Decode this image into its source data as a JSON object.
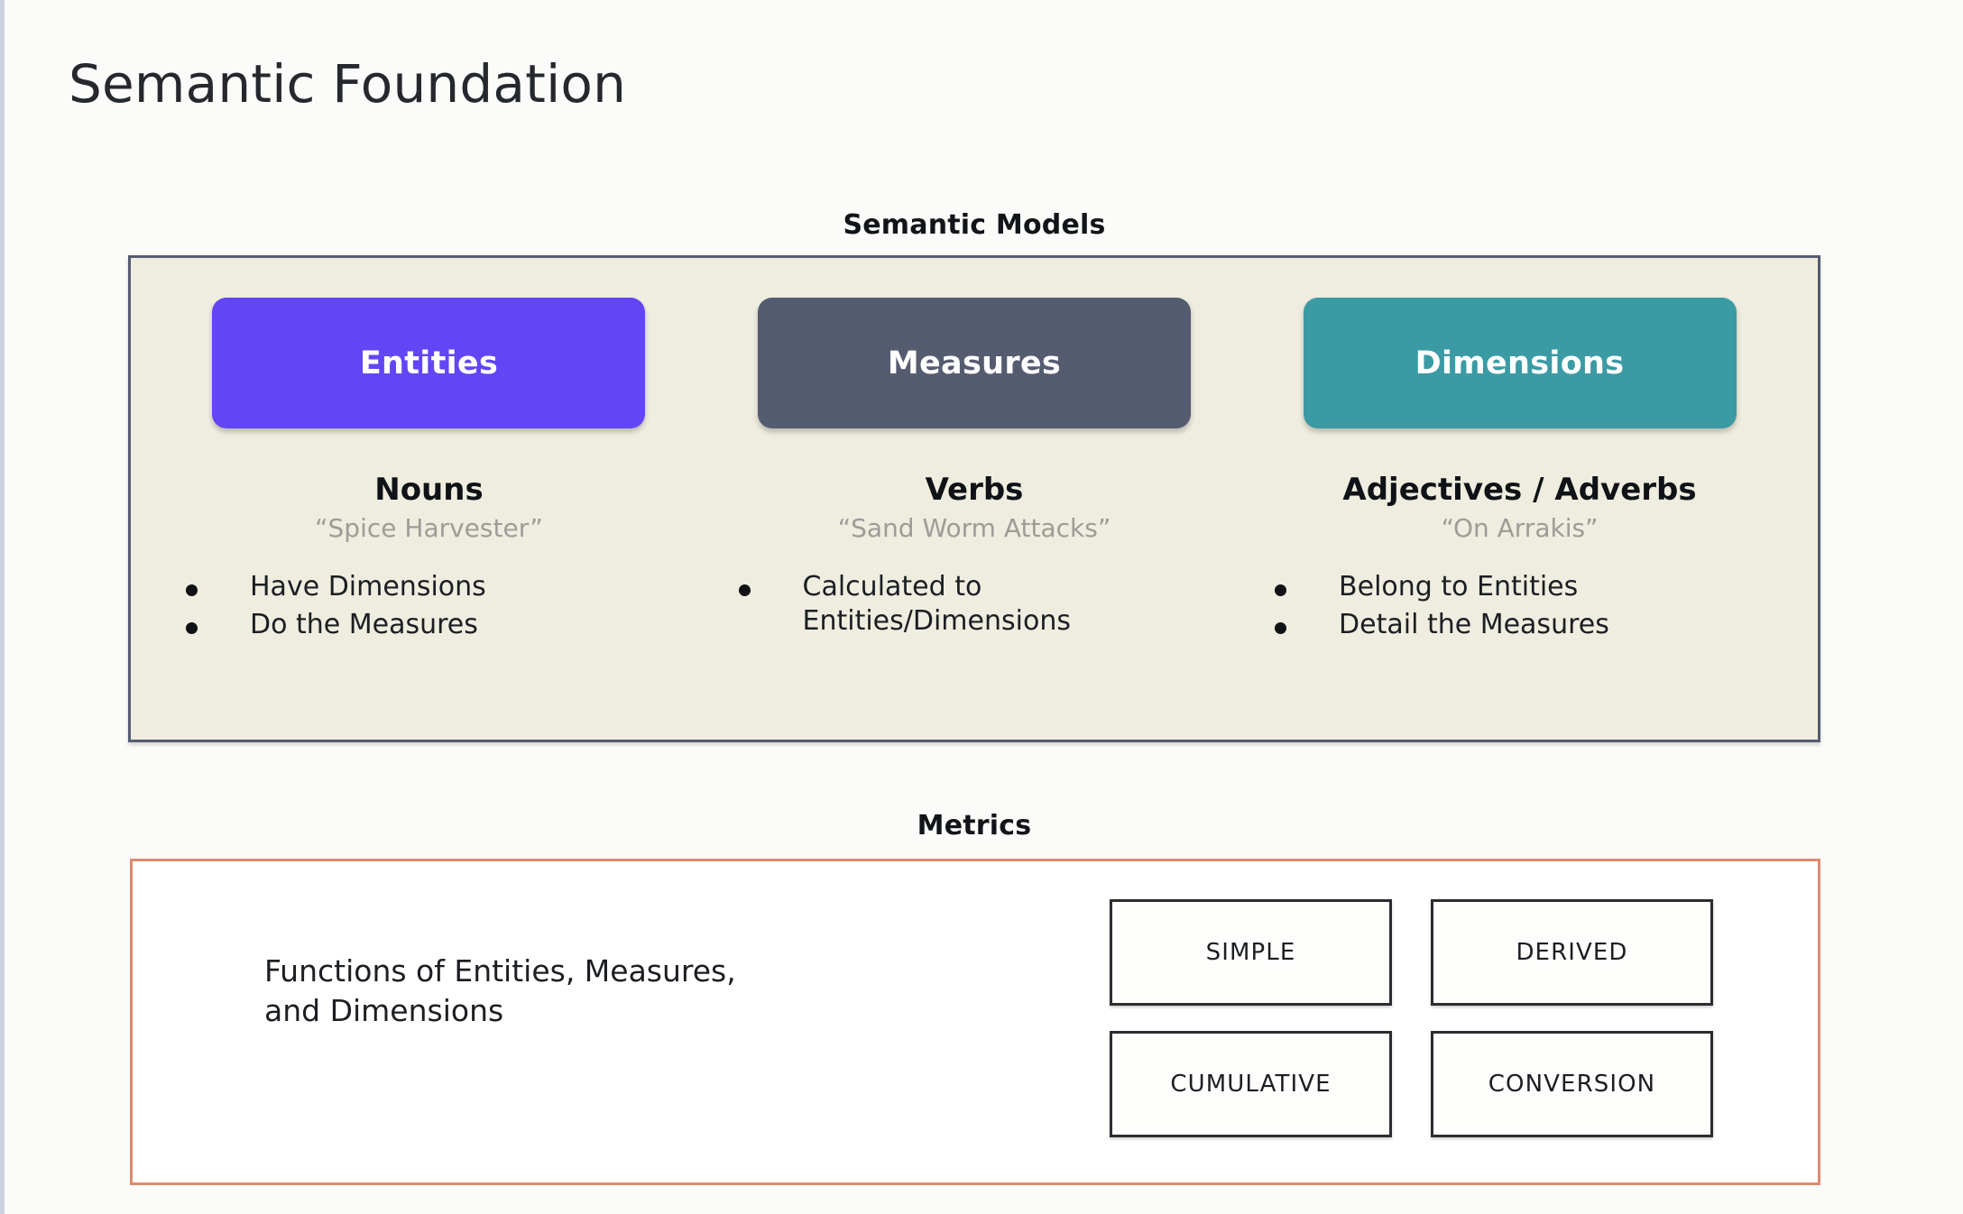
{
  "slide": {
    "title": "Semantic Foundation"
  },
  "semantic_models": {
    "heading": "Semantic Models",
    "panel_bg": "#efeddf",
    "panel_border": "#555c70",
    "columns": [
      {
        "pill_label": "Entities",
        "pill_color": "#6246f5",
        "part_of_speech": "Nouns",
        "example": "“Spice Harvester”",
        "bullets": [
          "Have Dimensions",
          "Do the Measures"
        ]
      },
      {
        "pill_label": "Measures",
        "pill_color": "#555c70",
        "part_of_speech": "Verbs",
        "example": "“Sand Worm Attacks”",
        "bullets": [
          "Calculated to\nEntities/Dimensions"
        ]
      },
      {
        "pill_label": "Dimensions",
        "pill_color": "#3a9ba5",
        "part_of_speech": "Adjectives / Adverbs",
        "example": "“On Arrakis”",
        "bullets": [
          "Belong to Entities",
          "Detail the Measures"
        ]
      }
    ]
  },
  "metrics": {
    "heading": "Metrics",
    "panel_border": "#e08a6e",
    "description": "Functions of Entities, Measures,\nand Dimensions",
    "types": [
      "SIMPLE",
      "DERIVED",
      "CUMULATIVE",
      "CONVERSION"
    ]
  }
}
